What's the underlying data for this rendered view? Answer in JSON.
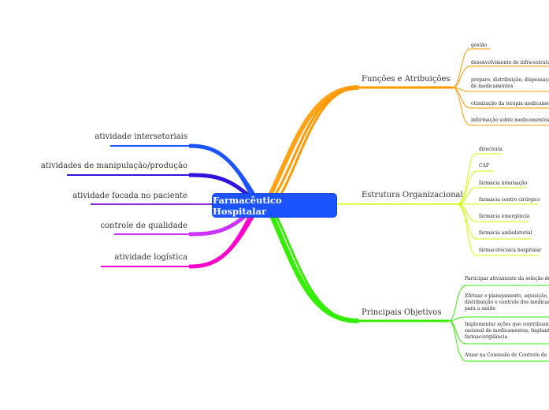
{
  "central": "Farmacêutico Hospitalar",
  "colors": {
    "central": "#1a53ff",
    "funcoes": "#ff9900",
    "estrutura": "#ccff00",
    "objetivos": "#33ee00",
    "intersetoriais": "#1a53ff",
    "manipulacao": "#3311dd",
    "paciente": "#8a2be2",
    "qualidade": "#cc33ff",
    "logistica": "#ff00cc"
  },
  "right": [
    {
      "label": "Funções e Atribuições",
      "children": [
        "gestão",
        "desenvolvimento de infra-estrutura",
        "preparo, distribuição, dispensação e controle de medicamentos",
        "otimização da terapia medicamentosa",
        "informação sobre medicamentos"
      ]
    },
    {
      "label": "Estrutura Organizacional",
      "children": [
        "directoria",
        "CAF",
        "farmácia internação",
        "farmácia centro cirúrgico",
        "farmácia emergência",
        "farmácia ambulatorial",
        "farmacotécnica hospitalar"
      ]
    },
    {
      "label": "Principais Objetivos",
      "children": [
        "Participar ativamente da seleção de medicamentos",
        "Efetuar o planejamento, aquisição, armazenamento, distribuição e controle dos medicamentos e produtos para a saúde",
        "Implementar ações que contribuam para o uso racional de medicamentos; Implantar ações de farmacovigilância",
        "Atuar na Comissão de Controle de Infecção Hospitalar"
      ]
    }
  ],
  "left": [
    "atividade intersetoriais",
    "atividades de manipulação/produção",
    "atividade focada no paciente",
    "controle de qualidade",
    "atividade logística"
  ]
}
